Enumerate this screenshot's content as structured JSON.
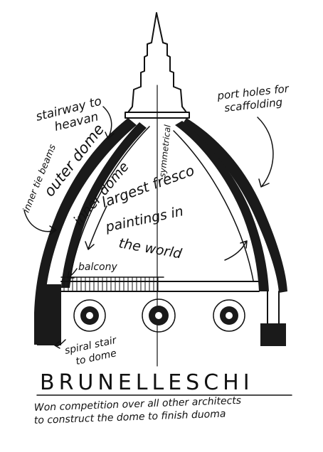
{
  "labels": {
    "stairway": [
      "stairway to",
      "heavan"
    ],
    "port_holes": [
      "port holes for",
      "scaffolding"
    ],
    "symmetrical": "symmetrical",
    "inner_tie_beams": "inner tie beams",
    "outer_dome": "outer dome",
    "inner_dome": "inner dome",
    "fresco": [
      "largest fresco",
      "paintings in",
      "the world"
    ],
    "balcony": "balcony",
    "spiral_stair": [
      "spiral stair",
      "to dome"
    ]
  },
  "title": "BRUNELLESCHI",
  "caption": [
    "Won competition over all other architects",
    "to construct the dome to finish duoma"
  ],
  "colors": {
    "ink": "#111111",
    "paper": "#ffffff"
  }
}
